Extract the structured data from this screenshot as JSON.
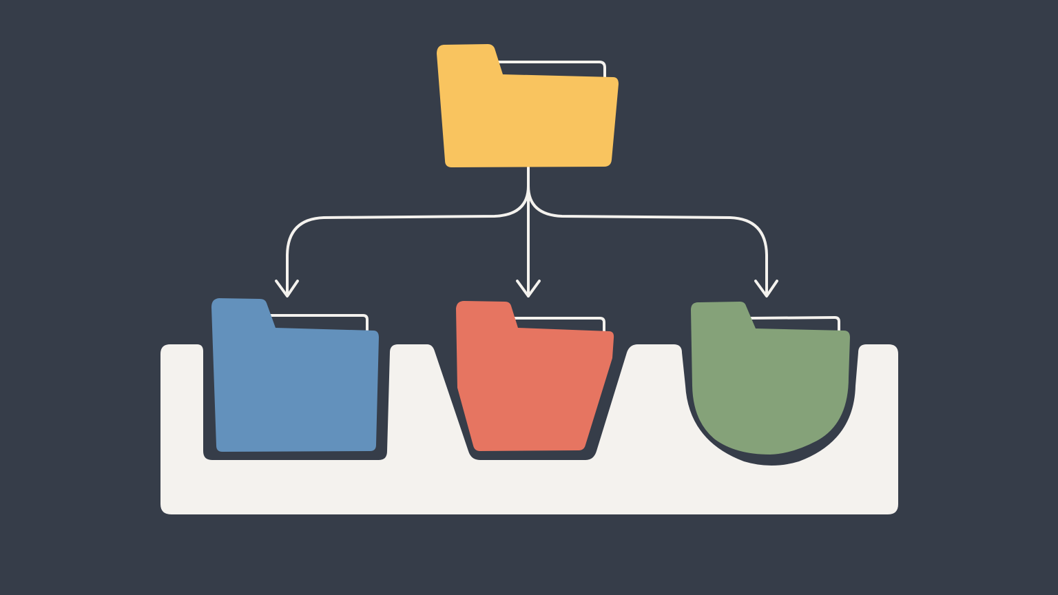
{
  "colors": {
    "background": "#363d49",
    "tray": "#f4f2ee",
    "connector": "#f4f2ee",
    "outline": "#363d49"
  },
  "folders": {
    "root": {
      "name": "root-folder",
      "icon": "folder-icon",
      "color": "#f9c45f"
    },
    "children": [
      {
        "name": "blue-folder",
        "icon": "folder-icon",
        "color": "#6391bc"
      },
      {
        "name": "red-folder",
        "icon": "folder-icon",
        "color": "#e67561"
      },
      {
        "name": "green-folder",
        "icon": "folder-icon",
        "color": "#85a279"
      }
    ]
  }
}
